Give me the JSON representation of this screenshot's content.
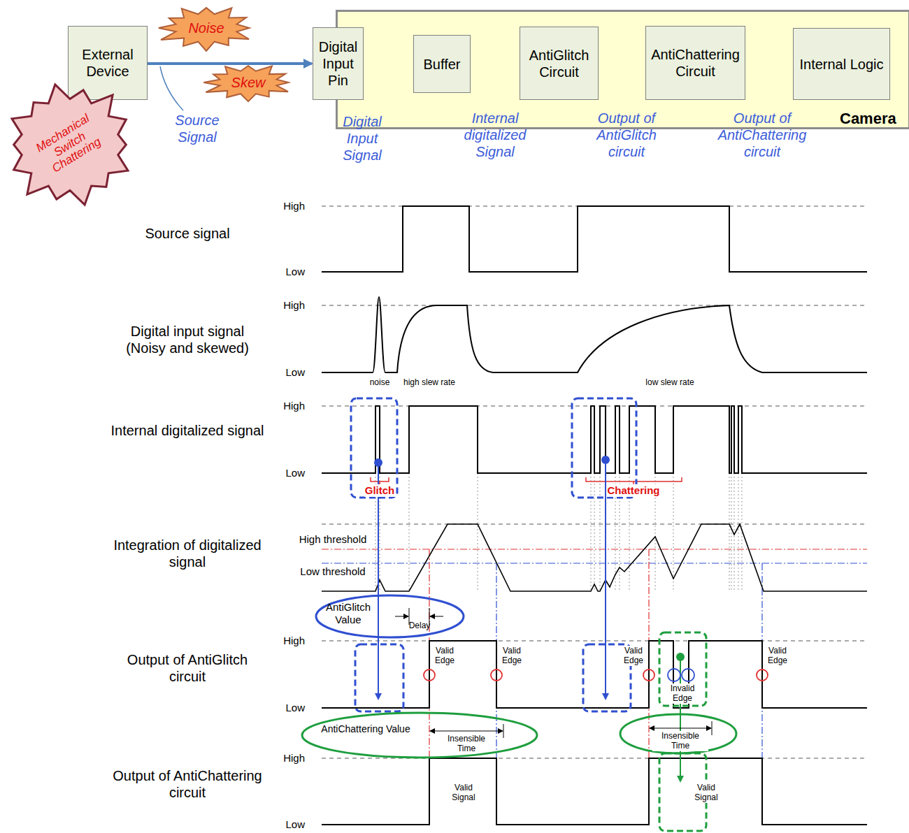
{
  "diagram": {
    "nodes": [
      {
        "text": [
          "External Device"
        ]
      },
      {
        "text": [
          "Camera"
        ]
      },
      {
        "text": [
          "Digital Input Pin"
        ],
        "in": 1
      },
      {
        "text": [
          "Buffer"
        ],
        "in": 1
      },
      {
        "text": [
          "AntiGlitch Circuit"
        ],
        "in": 1
      },
      {
        "text": [
          "AntiChattering Circuit"
        ],
        "in": 1
      },
      {
        "text": [
          "Internal Logic"
        ],
        "in": 1
      },
      {
        "text": [
          "Noise"
        ]
      },
      {
        "text": [
          "Skew"
        ]
      },
      {
        "text": [
          "Mechanical Switch Chattering"
        ]
      },
      {
        "text": [
          "AntiGlitch Value",
          "Delay"
        ]
      },
      {
        "text": [
          "AntiChattering Value",
          "Insensible Time"
        ]
      },
      {
        "text": [
          "Insensible Time"
        ]
      }
    ],
    "edges": [
      {
        "from": 0,
        "to": 2,
        "arrow": "to"
      },
      {
        "from": 2,
        "to": 3,
        "arrow": "to"
      },
      {
        "from": 3,
        "to": 4,
        "arrow": "to"
      },
      {
        "from": 4,
        "to": 5,
        "arrow": "to"
      },
      {
        "from": 5,
        "to": 6,
        "arrow": "to"
      }
    ],
    "labels": [
      "Source Signal",
      "Digital Input Signal",
      "Internal digitalized Signal",
      "Output of AntiGlitch circuit",
      "Output of AntiChattering circuit",
      "Source signal",
      "Digital input signal (Noisy and skewed)",
      "Internal digitalized signal",
      "Integration of digitalized signal",
      "Output of AntiGlitch circuit",
      "Output of AntiChattering circuit",
      "High",
      "Low",
      "High",
      "Low",
      "High",
      "Low",
      "High",
      "Low",
      "High",
      "Low",
      "noise",
      "high slew rate",
      "low slew rate",
      "Glitch",
      "Chattering",
      "High threshold",
      "Low threshold",
      "Valid Edge",
      "Valid Edge",
      "Valid Edge",
      "Valid Edge",
      "Invalid Edge",
      "Valid Signal",
      "Valid Signal"
    ]
  }
}
